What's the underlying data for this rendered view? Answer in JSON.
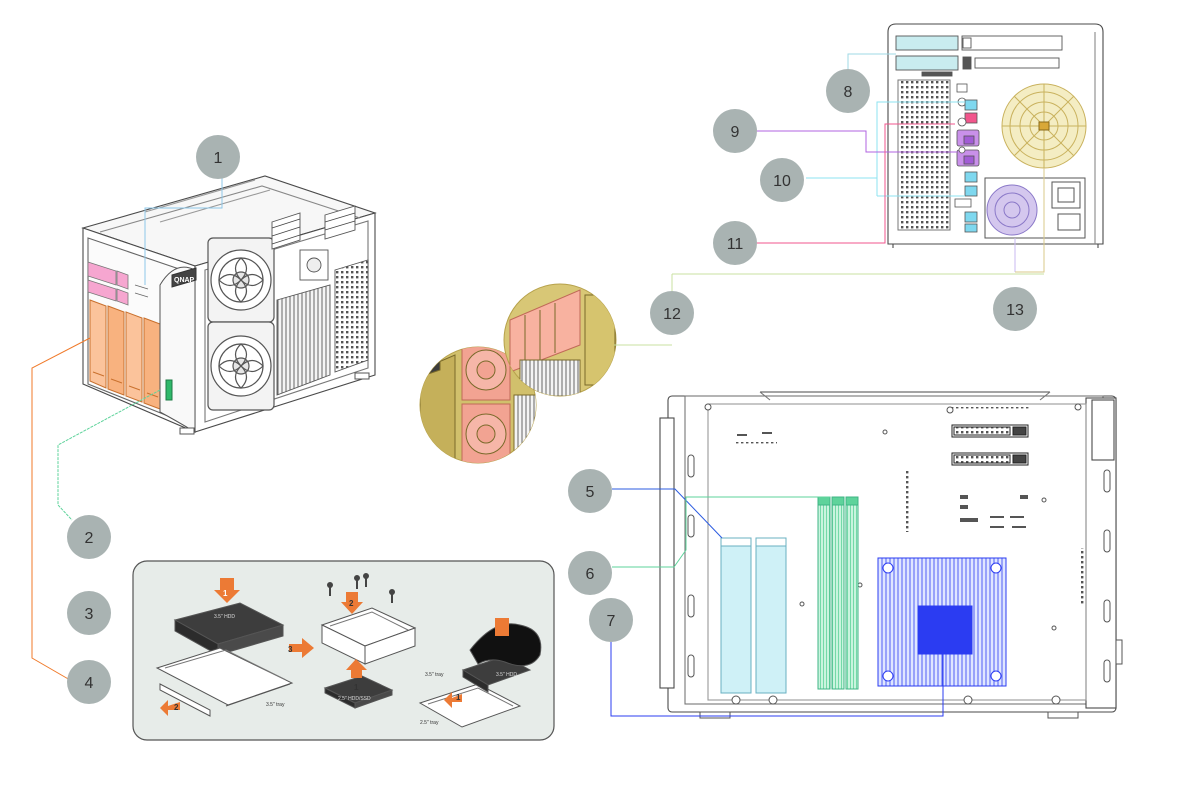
{
  "callouts": {
    "c1": "1",
    "c2": "2",
    "c3": "3",
    "c4": "4",
    "c5": "5",
    "c6": "6",
    "c7": "7",
    "c8": "8",
    "c9": "9",
    "c10": "10",
    "c11": "11",
    "c12": "12",
    "c13": "13"
  },
  "inset": {
    "step1a": "1",
    "step2a": "2",
    "step3a": "3",
    "step1b": "1",
    "step2b": "2",
    "step1c": "1",
    "hdd35_label": "3.5\" HDD",
    "ssd25_label": "2.5\" HDD/SSD",
    "hdd35_label_b": "3.5\" HDD",
    "tray35_a": "3.5\" tray",
    "tray35_b": "3.5\" tray",
    "tray25": "2.5\" tray"
  },
  "front": {
    "logo_text": "QNAP"
  },
  "colors": {
    "callout": "#a9b3b2",
    "line_gray": "#4a4a4a",
    "drive_orange": "#f8a66f",
    "drive_pink": "#f6a6d0",
    "green": "#5ed39b",
    "cyan": "#8ee3f1",
    "blue": "#2b3cf2",
    "purple": "#b163e0",
    "fan_yellow": "#f3ecbb",
    "psu_purple": "#d4c7ee",
    "fan_circle": "#c9b25e",
    "fan_pink": "#f3a08e"
  }
}
